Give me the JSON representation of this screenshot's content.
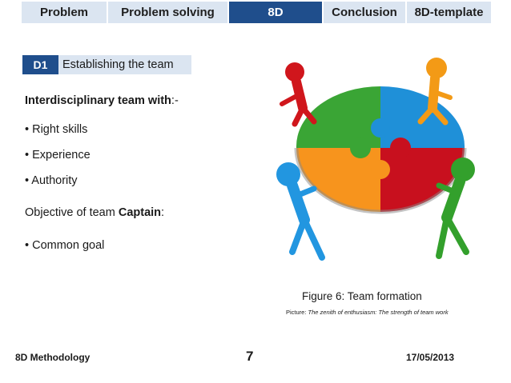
{
  "nav": {
    "tabs": [
      {
        "label": "Problem"
      },
      {
        "label": "Problem solving"
      },
      {
        "label": "8D",
        "active": true
      },
      {
        "label": "Conclusion"
      },
      {
        "label": "8D-template"
      }
    ]
  },
  "section": {
    "id": "D1",
    "title": "Establishing  the team"
  },
  "content": {
    "team_label_bold": "Interdisciplinary team with",
    "team_label_suffix": ":-",
    "bullets": [
      "• Right skills",
      "• Experience",
      "• Authority"
    ],
    "objective_prefix": "Objective of team ",
    "objective_bold": "Captain",
    "objective_suffix": ":",
    "goal": "• Common goal"
  },
  "figure": {
    "caption": "Figure 6: Team formation",
    "credit_prefix": "Picture: ",
    "credit_italic": "The zenith of enthusiasm: The strength of team work",
    "puzzle_colors": {
      "red": "#c8101e",
      "orange": "#f7941d",
      "green": "#3aa535",
      "blue": "#1f90d8"
    },
    "figure_colors": {
      "red": "#d0161c",
      "orange": "#f39a16",
      "blue": "#2296e0",
      "green": "#33a02c"
    }
  },
  "footer": {
    "left": "8D Methodology",
    "page": "7",
    "date": "17/05/2013"
  }
}
